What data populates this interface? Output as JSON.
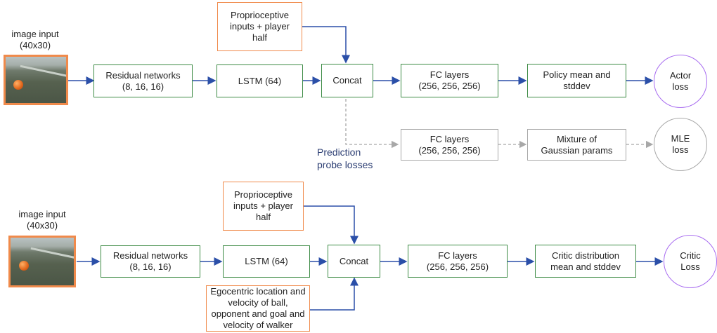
{
  "top": {
    "image_label": "image input\n(40x30)",
    "residual": "Residual networks\n(8, 16, 16)",
    "lstm": "LSTM (64)",
    "proprio": "Proprioceptive\ninputs + player\nhalf",
    "concat": "Concat",
    "fc": "FC layers\n(256, 256, 256)",
    "policy": "Policy mean and\nstddev",
    "actor_loss": "Actor\nloss",
    "probe_label": "Prediction\nprobe losses",
    "fc_probe": "FC layers\n(256, 256, 256)",
    "mixture": "Mixture of\nGaussian params",
    "mle_loss": "MLE\nloss"
  },
  "bottom": {
    "image_label": "image input\n(40x30)",
    "residual": "Residual networks\n(8, 16, 16)",
    "lstm": "LSTM (64)",
    "proprio": "Proprioceptive\ninputs + player\nhalf",
    "concat": "Concat",
    "fc": "FC layers\n(256, 256, 256)",
    "critic_dist": "Critic distribution\nmean and stddev",
    "critic_loss": "Critic\nLoss",
    "egocentric": "Egocentric location and\nvelocity of ball,\nopponent and goal and\nvelocity of walker"
  },
  "colors": {
    "green_border": "#3d8b45",
    "orange_border": "#f08a4b",
    "grey_border": "#a8a8a8",
    "purple_border": "#a86cf0",
    "arrow_blue": "#2b4fa8",
    "dashed_grey": "#a8a8a8",
    "probe_text": "#2c3e73"
  }
}
